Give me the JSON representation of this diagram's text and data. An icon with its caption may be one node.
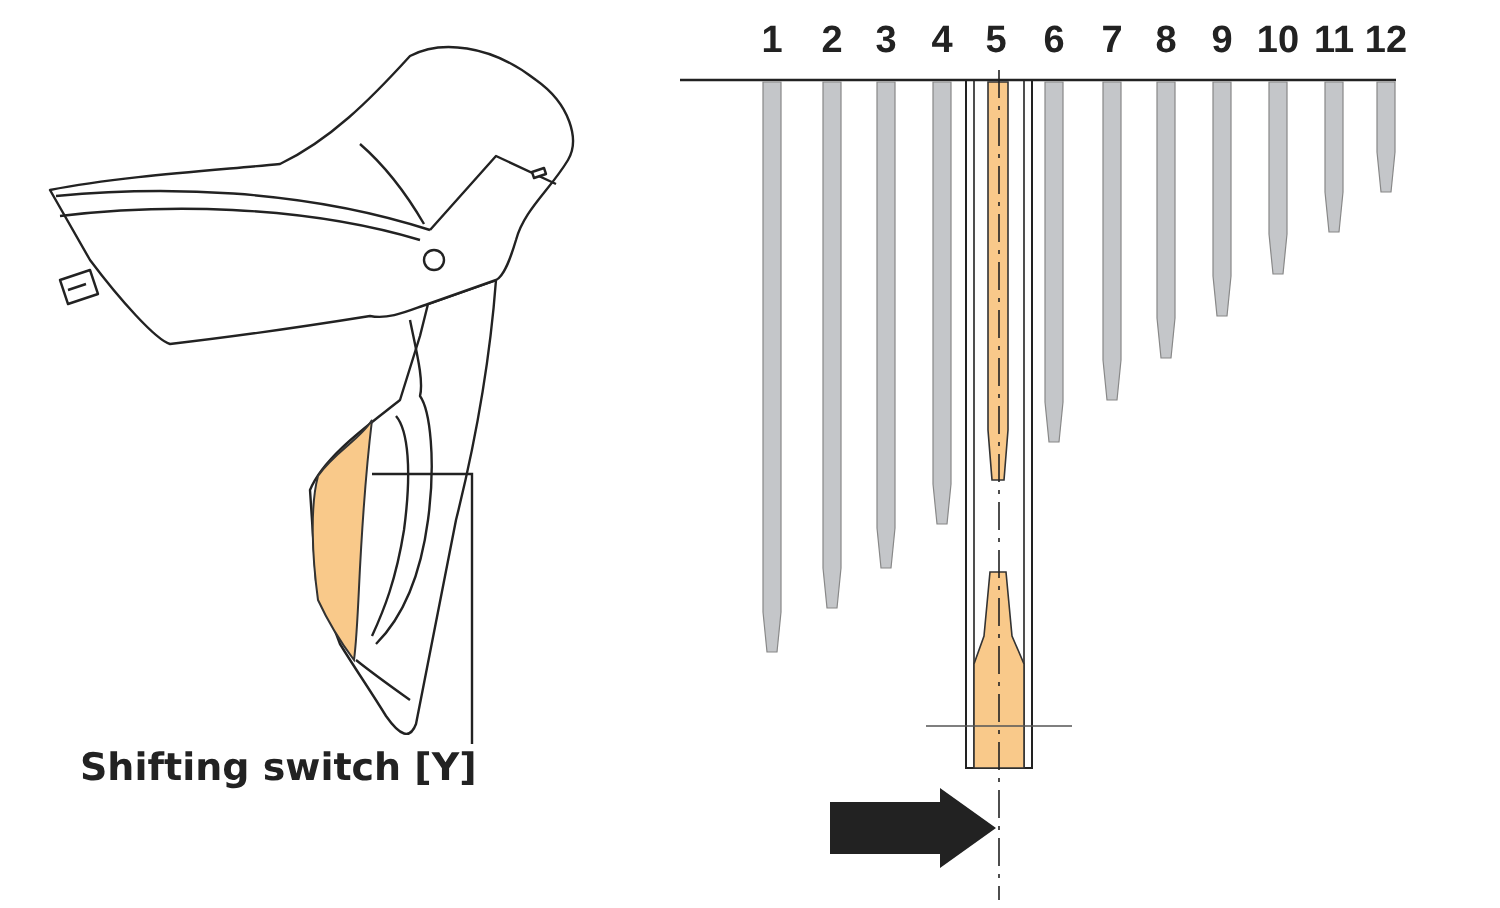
{
  "diagram": {
    "nodes": [
      {
        "text": [
          "Shifting switch [Y]"
        ]
      },
      {
        "text": [],
        "shape": "picture"
      }
    ],
    "edges": [
      {
        "from": 0,
        "to": 1,
        "arrow": "none"
      }
    ],
    "labels": [
      "1",
      "2",
      "3",
      "4",
      "5",
      "6",
      "7",
      "8",
      "9",
      "10",
      "11",
      "12"
    ]
  }
}
